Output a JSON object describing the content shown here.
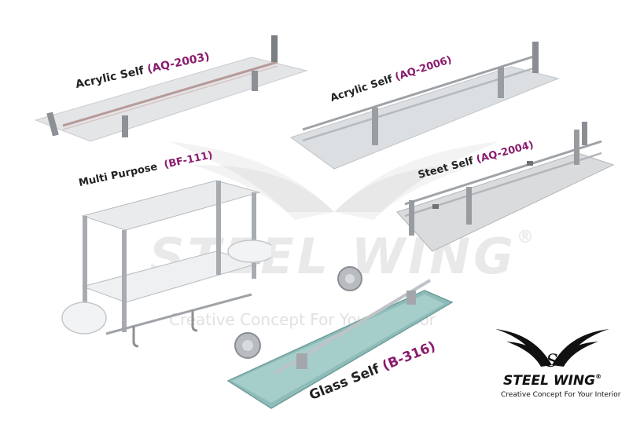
{
  "products": [
    {
      "name": "Acrylic Self",
      "code": "(AQ-2003)"
    },
    {
      "name": "Acrylic Self",
      "code": "(AQ-2006)"
    },
    {
      "name": "Multi Purpose",
      "code": "(BF-111)"
    },
    {
      "name": "Steet Self",
      "code": "(AQ-2004)"
    },
    {
      "name": "Glass Self",
      "code": "(B-316)"
    }
  ],
  "watermark": {
    "brand": "STEEL WING",
    "registered": "®",
    "tagline": "Creative Concept For Your Interior"
  },
  "logo": {
    "brand": "STEEL WING",
    "registered": "®",
    "tagline": "Creative Concept For Your Interior",
    "monogram": "S"
  }
}
